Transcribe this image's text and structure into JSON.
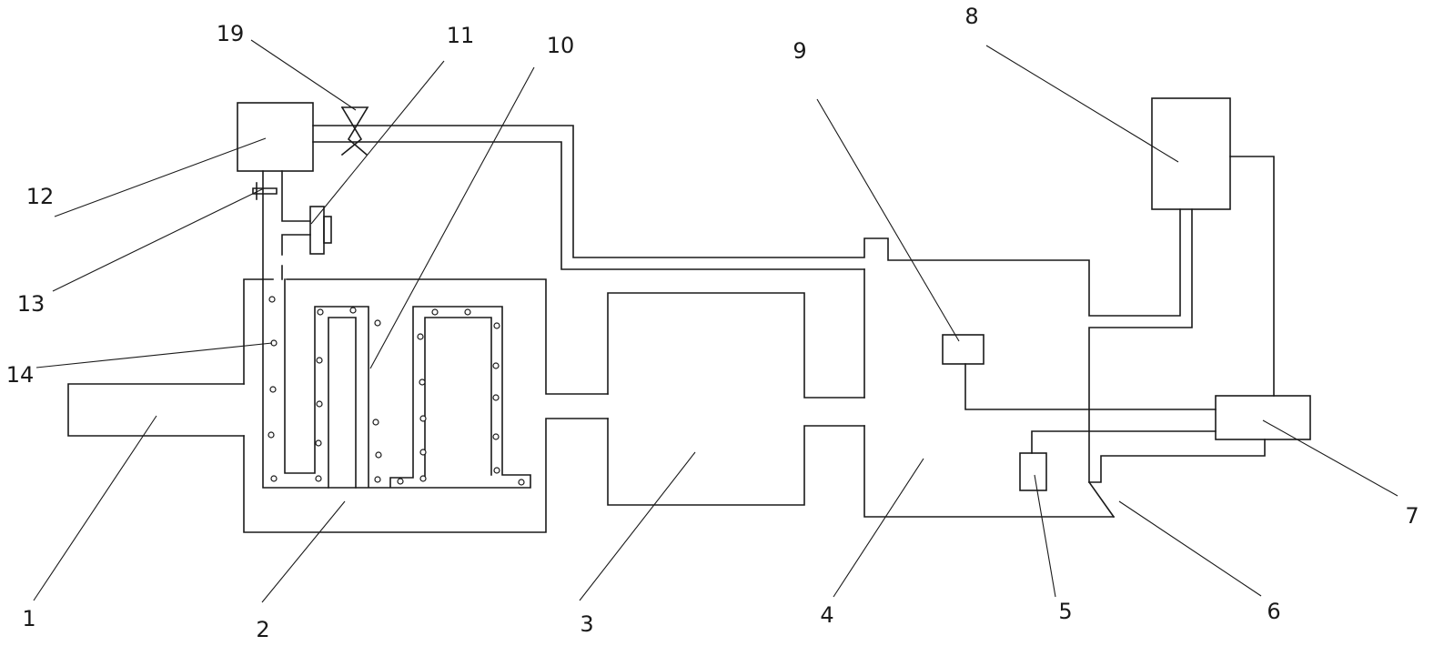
{
  "diagram": {
    "labels": {
      "l1": "1",
      "l2": "2",
      "l3": "3",
      "l4": "4",
      "l5": "5",
      "l6": "6",
      "l7": "7",
      "l8": "8",
      "l9": "9",
      "l10": "10",
      "l11": "11",
      "l12": "12",
      "l13": "13",
      "l14": "14",
      "l19": "19"
    },
    "colors": {
      "stroke": "#1a1a1a",
      "background": "#ffffff"
    }
  }
}
